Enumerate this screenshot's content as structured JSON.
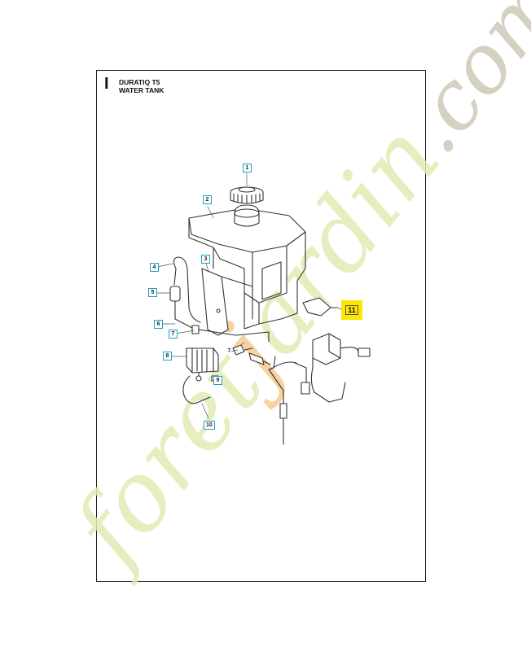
{
  "header": {
    "section_mark": "I",
    "model": "DURATIQ T5",
    "title": "WATER TANK"
  },
  "callouts": {
    "c1": "1",
    "c2": "2",
    "c3": "3",
    "c4": "4",
    "c5": "5",
    "c6": "6",
    "c7a": "7",
    "c7b": "7",
    "c8": "8",
    "c9": "9",
    "c10": "10",
    "c11": "11"
  },
  "colors": {
    "callout_border": "#1aa3c9",
    "highlight": "#ffe600",
    "watermark_green": "#e2ecb4",
    "watermark_orange": "#f6c98e",
    "watermark_gray": "#cfc8b8"
  },
  "watermark": {
    "text_green": "foret",
    "text_orange": "j",
    "text_green2": "ardin",
    "text_gray": ".com"
  }
}
